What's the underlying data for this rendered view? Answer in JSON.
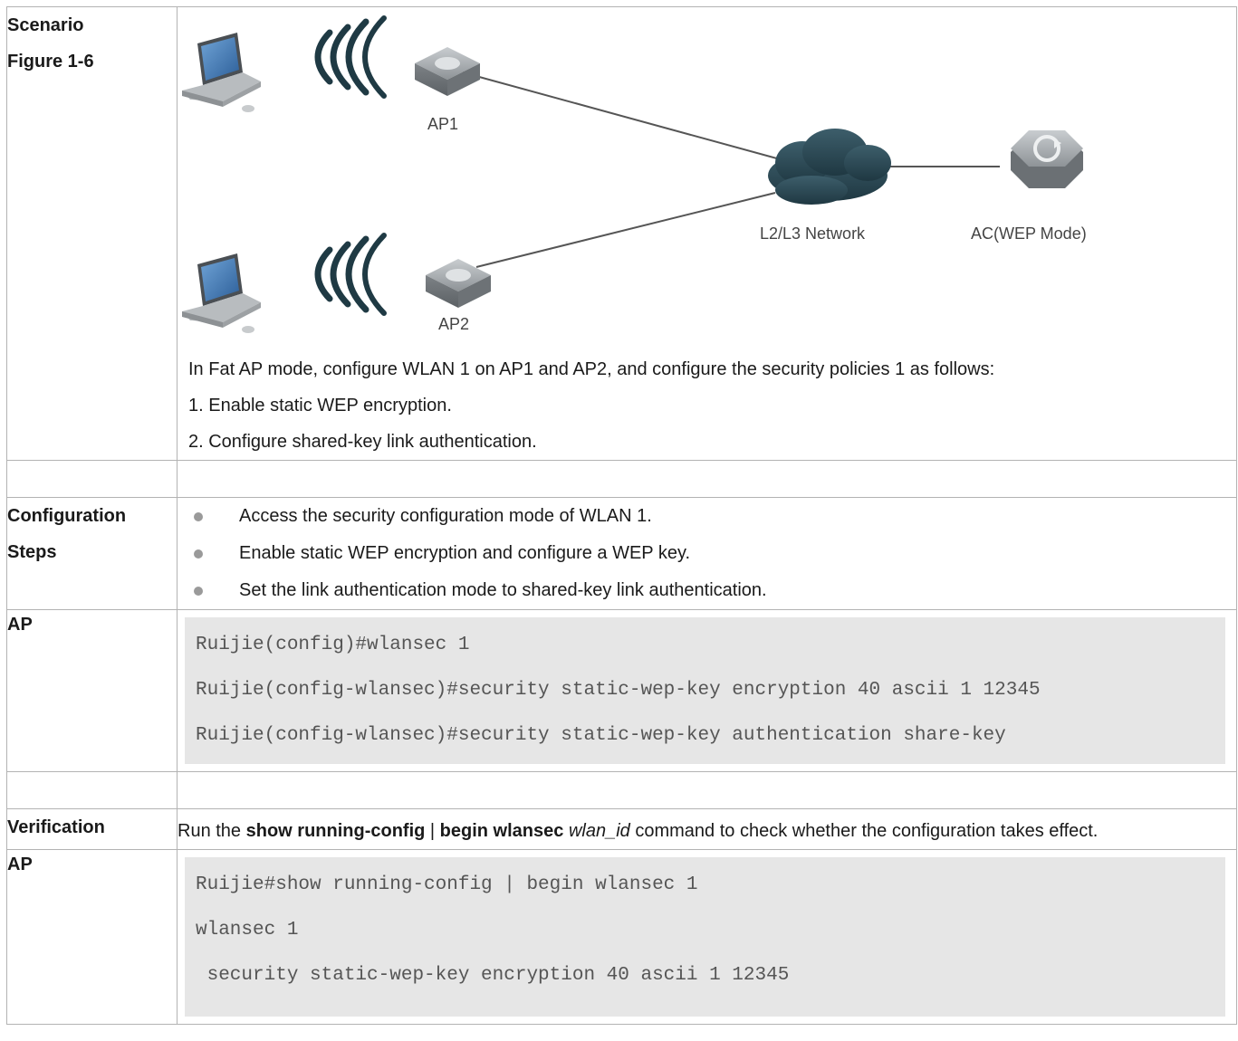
{
  "scenario": {
    "label_line1": "Scenario",
    "label_line2": "Figure 1-6",
    "diagram": {
      "ap1_label": "AP1",
      "ap2_label": "AP2",
      "network_label": "L2/L3 Network",
      "ac_label": "AC(WEP Mode)"
    },
    "description": "In Fat AP mode, configure WLAN 1 on AP1 and AP2, and configure the security policies 1 as follows:",
    "items": [
      "1. Enable static WEP encryption.",
      "2. Configure shared-key link authentication."
    ]
  },
  "config_steps": {
    "label_line1": "Configuration",
    "label_line2": "Steps",
    "bullets": [
      "Access the security configuration mode of WLAN 1.",
      "Enable static WEP encryption and configure a WEP key.",
      "Set the link authentication mode to shared-key link authentication."
    ]
  },
  "ap_config": {
    "label": "AP",
    "lines": [
      "Ruijie(config)#wlansec 1",
      "Ruijie(config-wlansec)#security static-wep-key encryption 40 ascii 1 12345",
      "Ruijie(config-wlansec)#security static-wep-key authentication share-key"
    ]
  },
  "verification": {
    "label": "Verification",
    "text_run": "Run the ",
    "cmd1": "show running-config",
    "pipe": " | ",
    "cmd2": "begin wlansec",
    "arg": "wlan_id",
    "text_end": " command to check whether the configuration takes effect."
  },
  "ap_verify": {
    "label": "AP",
    "lines": [
      "Ruijie#show running-config | begin wlansec 1",
      "wlansec 1",
      " security static-wep-key encryption 40 ascii 1 12345"
    ]
  },
  "colors": {
    "border": "#b3b3b3",
    "code_bg": "#e6e6e6",
    "device": "#8a8f92",
    "cloud": "#2e4a55",
    "signal": "#1f3a44"
  }
}
